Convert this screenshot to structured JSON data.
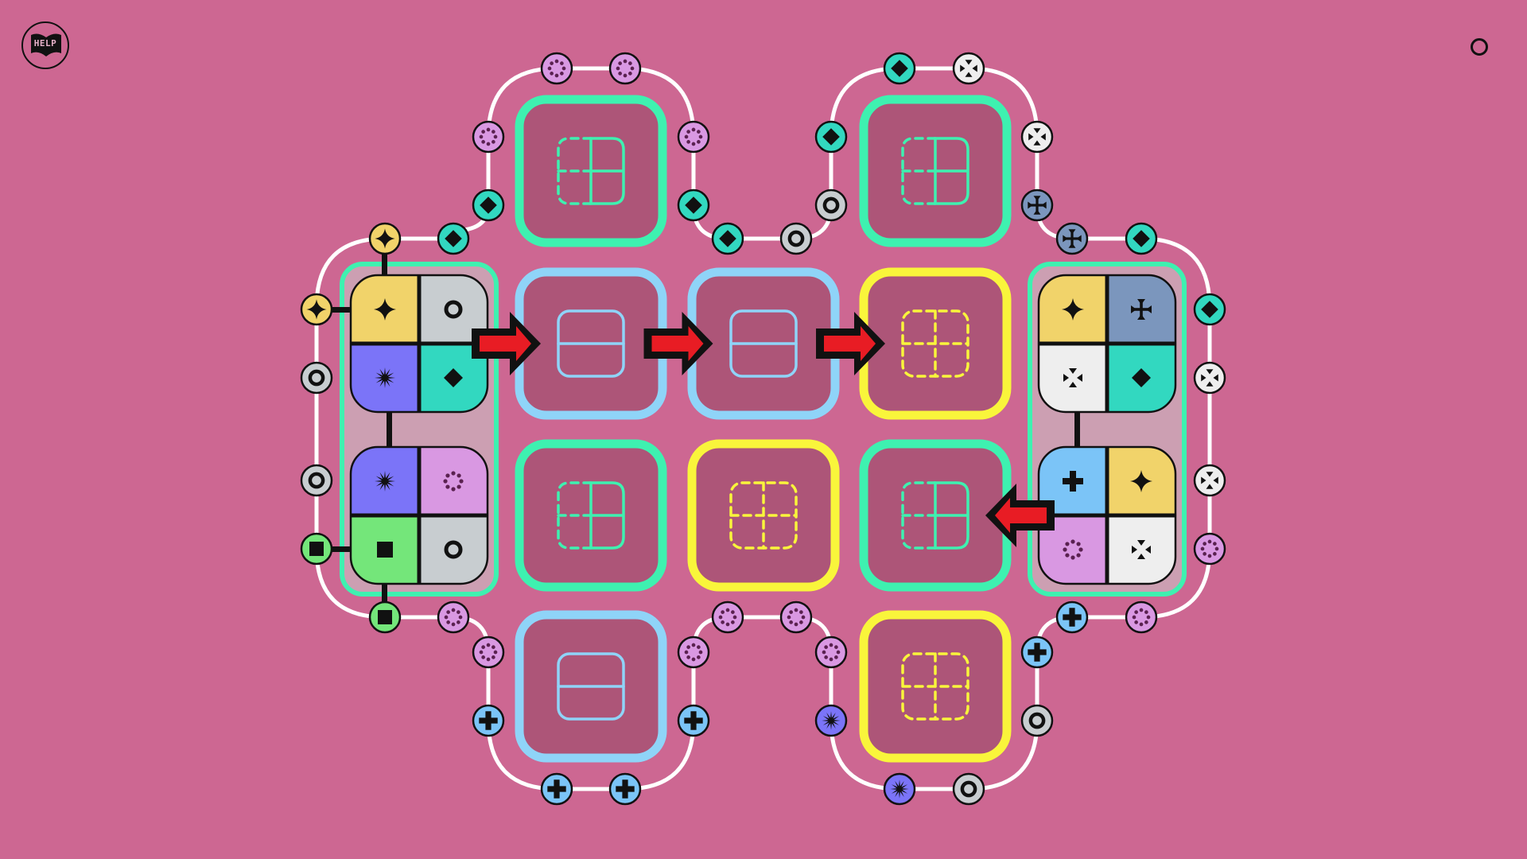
{
  "header": {
    "help_label": "HELP",
    "help_icon": "book-help-icon",
    "menu_icon": "circle-menu-icon"
  },
  "colors": {
    "background": "#cd6792",
    "tile_fill": "#ad5578",
    "wire": "#ffffff",
    "green_border": "#3ef1b0",
    "blue_border": "#8fd4f8",
    "yellow_border": "#f9f53b",
    "panel_fill": "#cc9fb2",
    "arrow_fill": "#e81c24",
    "symbol_colors": {
      "star4": "#f1d36a",
      "ring": "#c8cdd0",
      "burst": "#7b74f8",
      "diamond": "#32d8c0",
      "flower": "#d998e2",
      "square": "#74e67a",
      "cross": "#7bc4f7",
      "cross-pattee": "#7b96bd",
      "arrows-in": "#eeeeee"
    }
  },
  "board": {
    "source_panels": [
      {
        "name": "left-panel",
        "blocks": [
          [
            "star4",
            "ring",
            "burst",
            "diamond"
          ],
          [
            "burst",
            "flower",
            "square",
            "ring"
          ]
        ]
      },
      {
        "name": "right-panel",
        "blocks": [
          [
            "star4",
            "cross-pattee",
            "arrows-in",
            "diamond"
          ],
          [
            "cross",
            "star4",
            "flower",
            "arrows-in"
          ]
        ]
      }
    ],
    "slots": [
      {
        "name": "slot-top-left",
        "col": 1,
        "row": 0,
        "border": "green",
        "pattern": "half-split"
      },
      {
        "name": "slot-top-right",
        "col": 3,
        "row": 0,
        "border": "green",
        "pattern": "half-split"
      },
      {
        "name": "slot-mid-1",
        "col": 1,
        "row": 1,
        "border": "blue",
        "pattern": "horizontal"
      },
      {
        "name": "slot-mid-2",
        "col": 2,
        "row": 1,
        "border": "blue",
        "pattern": "horizontal"
      },
      {
        "name": "slot-mid-3",
        "col": 3,
        "row": 1,
        "border": "yellow",
        "pattern": "dashed-quad"
      },
      {
        "name": "slot-low-1",
        "col": 1,
        "row": 2,
        "border": "green",
        "pattern": "half-split"
      },
      {
        "name": "slot-low-2",
        "col": 2,
        "row": 2,
        "border": "yellow",
        "pattern": "dashed-quad"
      },
      {
        "name": "slot-low-3",
        "col": 3,
        "row": 2,
        "border": "green",
        "pattern": "half-split"
      },
      {
        "name": "slot-bottom-left",
        "col": 1,
        "row": 3,
        "border": "blue",
        "pattern": "horizontal"
      },
      {
        "name": "slot-bottom-right",
        "col": 3,
        "row": 3,
        "border": "yellow",
        "pattern": "dashed-quad"
      }
    ],
    "arrows": [
      {
        "name": "arrow-left-panel-to-mid-1",
        "direction": "right",
        "col": 0.5,
        "row": 1
      },
      {
        "name": "arrow-mid-1-to-mid-2",
        "direction": "right",
        "col": 1.5,
        "row": 1
      },
      {
        "name": "arrow-mid-2-to-mid-3",
        "direction": "right",
        "col": 2.5,
        "row": 1
      },
      {
        "name": "arrow-right-panel-to-low-3",
        "direction": "left",
        "col": 3.5,
        "row": 2
      }
    ],
    "nodes": {
      "top_left_arc": [
        "flower",
        "flower",
        "flower",
        "diamond",
        "flower",
        "diamond"
      ],
      "top_right_arc": [
        "diamond",
        "arrows-in",
        "diamond",
        "ring",
        "arrows-in",
        "cross-pattee"
      ],
      "middle_top_bridge": [
        "diamond",
        "ring"
      ],
      "left_panel_top": [
        "star4",
        "diamond"
      ],
      "left_panel_side": [
        "star4",
        "ring",
        "ring",
        "square"
      ],
      "left_panel_bottom": [
        "square",
        "flower"
      ],
      "right_panel_top": [
        "cross-pattee",
        "diamond"
      ],
      "right_panel_side": [
        "diamond",
        "arrows-in",
        "arrows-in",
        "flower"
      ],
      "right_panel_bottom": [
        "cross",
        "flower"
      ],
      "middle_bottom_bridge": [
        "flower",
        "flower"
      ],
      "bottom_left_arc": [
        "flower",
        "flower",
        "cross",
        "cross",
        "cross",
        "cross"
      ],
      "bottom_right_arc": [
        "flower",
        "cross",
        "burst",
        "ring",
        "burst",
        "ring"
      ]
    }
  }
}
